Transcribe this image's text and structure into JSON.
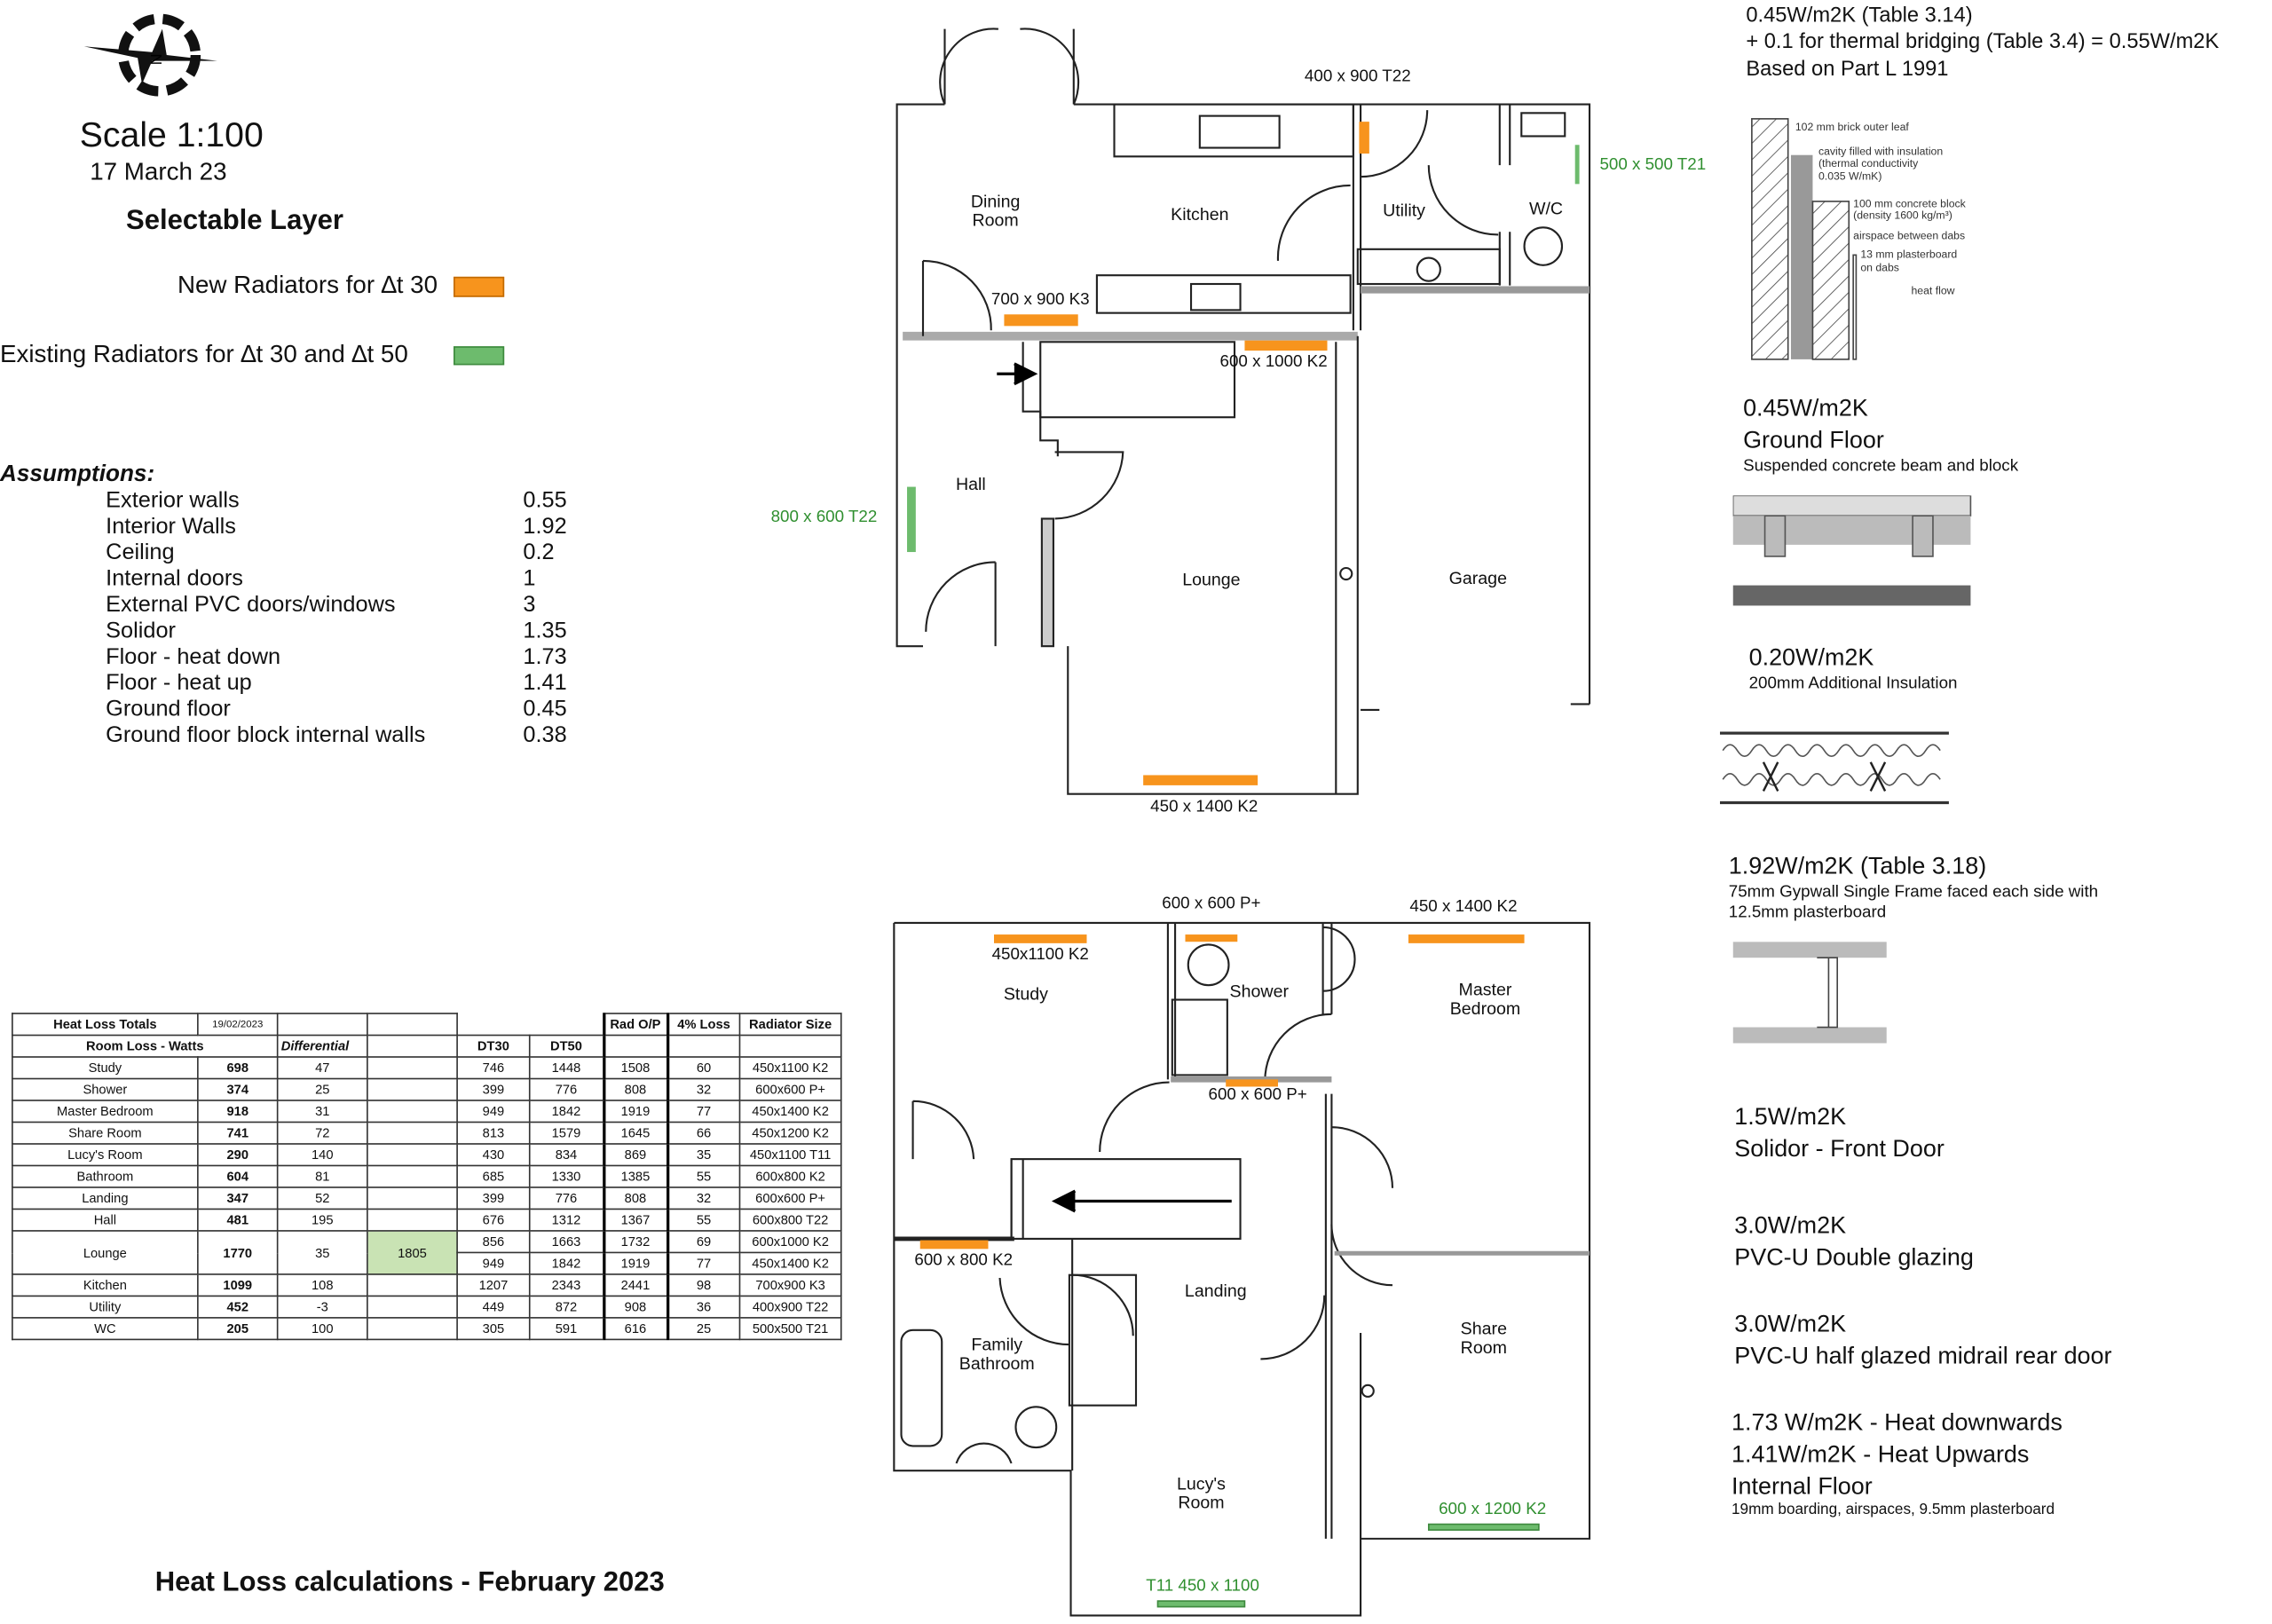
{
  "header": {
    "scale": "Scale 1:100",
    "date": "17 March 23",
    "layer_title": "Selectable Layer"
  },
  "legend": {
    "new_label": "New Radiators for ∆t 30",
    "new_color": "#f7941d",
    "existing_label": "Existing Radiators for  ∆t 30 and ∆t 50",
    "existing_color": "#6dbb6d"
  },
  "assumptions": {
    "title": "Assumptions:",
    "items": [
      {
        "label": "Exterior walls",
        "value": "0.55"
      },
      {
        "label": "Interior Walls",
        "value": "1.92"
      },
      {
        "label": "Ceiling",
        "value": "0.2"
      },
      {
        "label": "Internal doors",
        "value": "1"
      },
      {
        "label": "External PVC doors/windows",
        "value": "3"
      },
      {
        "label": "Solidor",
        "value": "1.35"
      },
      {
        "label": "Floor - heat down",
        "value": "1.73"
      },
      {
        "label": "Floor - heat up",
        "value": "1.41"
      },
      {
        "label": "Ground floor",
        "value": "0.45"
      },
      {
        "label": "Ground floor block internal walls",
        "value": "0.38"
      }
    ]
  },
  "table": {
    "title": "Heat Loss Totals",
    "date": "19/02/2023",
    "headers": {
      "room_loss": "Room Loss - Watts",
      "differential": "Differential",
      "dt30": "DT30",
      "dt50": "DT50",
      "rad_op": "Rad O/P",
      "loss4": "4% Loss",
      "radiator_size": "Radiator Size"
    },
    "rows": [
      {
        "room": "Study",
        "loss": "698",
        "diff": "47",
        "extra": "",
        "rads": [
          [
            "746",
            "1448",
            "1508",
            "60",
            "450x1100 K2"
          ]
        ]
      },
      {
        "room": "Shower",
        "loss": "374",
        "diff": "25",
        "extra": "",
        "rads": [
          [
            "399",
            "776",
            "808",
            "32",
            "600x600 P+"
          ]
        ]
      },
      {
        "room": "Master Bedroom",
        "loss": "918",
        "diff": "31",
        "extra": "",
        "rads": [
          [
            "949",
            "1842",
            "1919",
            "77",
            "450x1400 K2"
          ]
        ]
      },
      {
        "room": "Share Room",
        "loss": "741",
        "diff": "72",
        "extra": "",
        "rads": [
          [
            "813",
            "1579",
            "1645",
            "66",
            "450x1200 K2"
          ]
        ]
      },
      {
        "room": "Lucy's Room",
        "loss": "290",
        "diff": "140",
        "extra": "",
        "rads": [
          [
            "430",
            "834",
            "869",
            "35",
            "450x1100 T11"
          ]
        ]
      },
      {
        "room": "Bathroom",
        "loss": "604",
        "diff": "81",
        "extra": "",
        "rads": [
          [
            "685",
            "1330",
            "1385",
            "55",
            "600x800 K2"
          ]
        ]
      },
      {
        "room": "Landing",
        "loss": "347",
        "diff": "52",
        "extra": "",
        "rads": [
          [
            "399",
            "776",
            "808",
            "32",
            "600x600 P+"
          ]
        ]
      },
      {
        "room": "Hall",
        "loss": "481",
        "diff": "195",
        "extra": "",
        "rads": [
          [
            "676",
            "1312",
            "1367",
            "55",
            "600x800 T22"
          ]
        ]
      },
      {
        "room": "Lounge",
        "loss": "1770",
        "diff": "35",
        "extra": "1805",
        "rads": [
          [
            "856",
            "1663",
            "1732",
            "69",
            "600x1000 K2"
          ],
          [
            "949",
            "1842",
            "1919",
            "77",
            "450x1400 K2"
          ]
        ]
      },
      {
        "room": "Kitchen",
        "loss": "1099",
        "diff": "108",
        "extra": "",
        "rads": [
          [
            "1207",
            "2343",
            "2441",
            "98",
            "700x900 K3"
          ]
        ]
      },
      {
        "room": "Utility",
        "loss": "452",
        "diff": "-3",
        "extra": "",
        "rads": [
          [
            "449",
            "872",
            "908",
            "36",
            "400x900 T22"
          ]
        ]
      },
      {
        "room": "WC",
        "loss": "205",
        "diff": "100",
        "extra": "",
        "rads": [
          [
            "305",
            "591",
            "616",
            "25",
            "500x500 T21"
          ]
        ]
      }
    ]
  },
  "footer_title": "Heat Loss calculations - February 2023",
  "ground_floor": {
    "rooms": {
      "dining": "Dining\nRoom",
      "kitchen": "Kitchen",
      "utility": "Utility",
      "wc": "W/C",
      "hall": "Hall",
      "lounge": "Lounge",
      "garage": "Garage"
    },
    "radiators": {
      "utility": "400 x 900 T22",
      "wc": "500 x 500 T21",
      "kitchen": "700 x 900 K3",
      "lounge_rear": "600 x 1000 K2",
      "hall": "800 x 600 T22",
      "lounge_front": "450 x 1400 K2"
    }
  },
  "first_floor": {
    "rooms": {
      "study": "Study",
      "shower": "Shower",
      "master": "Master\nBedroom",
      "landing": "Landing",
      "bathroom": "Family\nBathroom",
      "share": "Share\nRoom",
      "lucy": "Lucy's\nRoom"
    },
    "radiators": {
      "study": "450x1100 K2",
      "shower": "600 x 600 P+",
      "master": "450 x 1400 K2",
      "landing": "600 x 600 P+",
      "bathroom": "600 x 800 K2",
      "share": "600 x 1200 K2",
      "lucy": "T11 450 x 1100"
    }
  },
  "notes": {
    "wall_line1": "0.45W/m2K (Table 3.14)",
    "wall_line2": "+ 0.1 for thermal bridging (Table 3.4) = 0.55W/m2K",
    "wall_line3": "Based on Part L 1991",
    "wall_diagram": {
      "l1": "102 mm brick outer leaf",
      "l2": "cavity filled with insulation",
      "l3": "(thermal conductivity",
      "l4": "0.035 W/mK)",
      "l5": "100 mm concrete block",
      "l6": "(density 1600 kg/m³)",
      "l7": "airspace between dabs",
      "l8": "13 mm plasterboard",
      "l9": "on dabs",
      "l10": "heat flow"
    },
    "ground_u": "0.45W/m2K",
    "ground_title": "Ground Floor",
    "ground_desc": "Suspended concrete beam and block",
    "ins_u": "0.20W/m2K",
    "ins_desc": "200mm Additional Insulation",
    "gyp_u": "1.92W/m2K (Table 3.18)",
    "gyp_desc1": "75mm Gypwall Single Frame faced each side with",
    "gyp_desc2": "12.5mm plasterboard",
    "solidor_u": "1.5W/m2K",
    "solidor_title": "Solidor - Front Door",
    "pvc_u": "3.0W/m2K",
    "pvc_title": "PVC-U Double glazing",
    "rear_u": "3.0W/m2K",
    "rear_title": "PVC-U half glazed midrail rear door",
    "floor_l1": "1.73 W/m2K - Heat downwards",
    "floor_l2": "1.41W/m2K - Heat Upwards",
    "floor_l3": "Internal Floor",
    "floor_desc": "19mm boarding, airspaces, 9.5mm plasterboard"
  }
}
